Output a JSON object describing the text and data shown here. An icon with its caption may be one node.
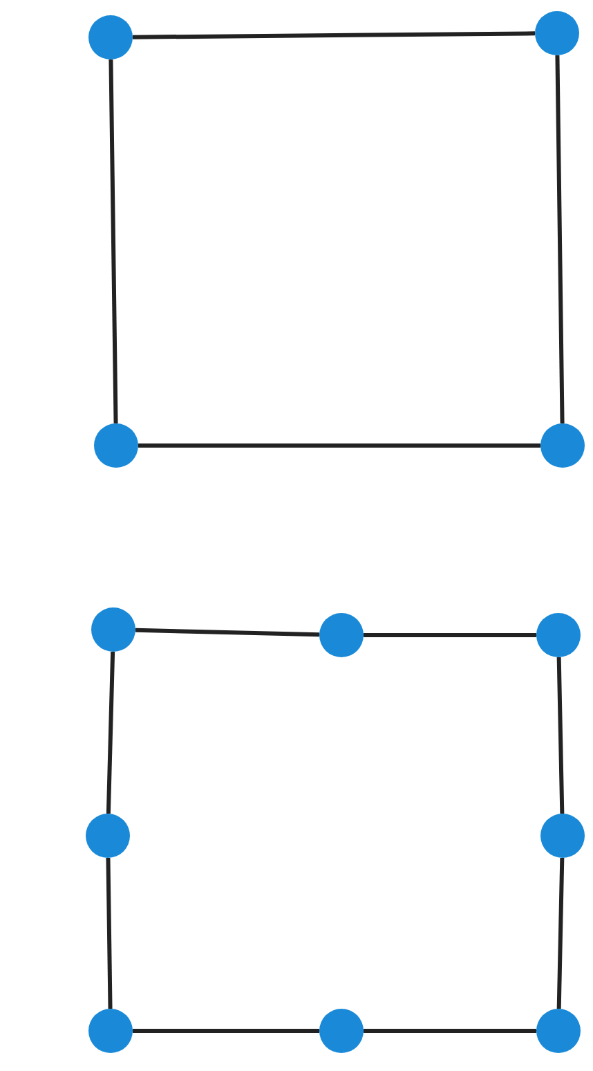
{
  "diagram": {
    "nodes": [
      {
        "text": [],
        "shape": "circle"
      },
      {
        "text": [],
        "shape": "circle"
      },
      {
        "text": [],
        "shape": "circle"
      },
      {
        "text": [],
        "shape": "circle"
      },
      {
        "text": [],
        "shape": "circle"
      },
      {
        "text": [],
        "shape": "circle"
      },
      {
        "text": [],
        "shape": "circle"
      },
      {
        "text": [],
        "shape": "circle"
      },
      {
        "text": [],
        "shape": "circle"
      },
      {
        "text": [],
        "shape": "circle"
      },
      {
        "text": [],
        "shape": "circle"
      },
      {
        "text": [],
        "shape": "circle"
      }
    ],
    "edges": [
      {
        "from": 0,
        "to": 1,
        "arrow": "none"
      },
      {
        "from": 1,
        "to": 3,
        "arrow": "none"
      },
      {
        "from": 3,
        "to": 2,
        "arrow": "none"
      },
      {
        "from": 2,
        "to": 0,
        "arrow": "none"
      },
      {
        "from": 4,
        "to": 5,
        "arrow": "none"
      },
      {
        "from": 5,
        "to": 6,
        "arrow": "none"
      },
      {
        "from": 6,
        "to": 8,
        "arrow": "none"
      },
      {
        "from": 8,
        "to": 11,
        "arrow": "none"
      },
      {
        "from": 11,
        "to": 10,
        "arrow": "none"
      },
      {
        "from": 10,
        "to": 9,
        "arrow": "none"
      },
      {
        "from": 9,
        "to": 7,
        "arrow": "none"
      },
      {
        "from": 7,
        "to": 4,
        "arrow": "none"
      }
    ]
  }
}
